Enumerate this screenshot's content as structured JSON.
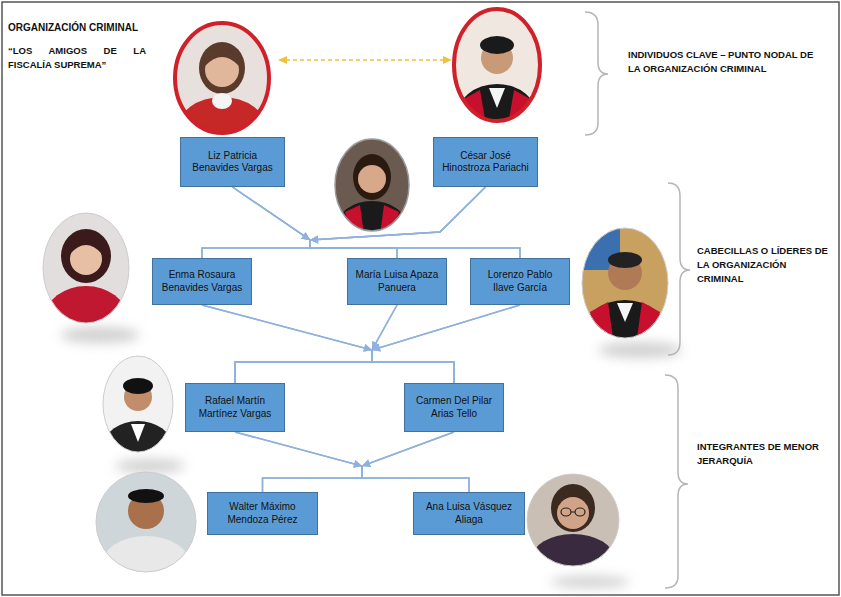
{
  "diagram": {
    "title": "ORGANIZACIÓN CRIMINAL",
    "nodes": [
      {
        "text": [
          "Liz Patricia Benavides Vargas"
        ]
      },
      {
        "text": [
          "César José Hinostroza Pariachi"
        ]
      },
      {
        "text": [
          "Enma Rosaura Benavides Vargas"
        ]
      },
      {
        "text": [
          "María Luisa Apaza Panuera"
        ]
      },
      {
        "text": [
          "Lorenzo Pablo Ilave García"
        ]
      },
      {
        "text": [
          "Rafael Martín Martínez Vargas"
        ]
      },
      {
        "text": [
          "Carmen Del Pilar Arias Tello"
        ]
      },
      {
        "text": [
          "Walter Máximo Mendoza Pérez"
        ]
      },
      {
        "text": [
          "Ana Luisa Vásquez Aliaga"
        ]
      }
    ],
    "edges": [
      {
        "from": 0,
        "to": 2,
        "arrow": "to"
      },
      {
        "from": 0,
        "to": 3,
        "arrow": "to"
      },
      {
        "from": 0,
        "to": 4,
        "arrow": "to"
      },
      {
        "from": 1,
        "to": 2,
        "arrow": "to"
      },
      {
        "from": 1,
        "to": 3,
        "arrow": "to"
      },
      {
        "from": 1,
        "to": 4,
        "arrow": "to"
      },
      {
        "from": 2,
        "to": 5,
        "arrow": "to"
      },
      {
        "from": 2,
        "to": 6,
        "arrow": "to"
      },
      {
        "from": 3,
        "to": 5,
        "arrow": "to"
      },
      {
        "from": 3,
        "to": 6,
        "arrow": "to"
      },
      {
        "from": 4,
        "to": 5,
        "arrow": "to"
      },
      {
        "from": 4,
        "to": 6,
        "arrow": "to"
      },
      {
        "from": 5,
        "to": 7,
        "arrow": "to"
      },
      {
        "from": 5,
        "to": 8,
        "arrow": "to"
      },
      {
        "from": 6,
        "to": 7,
        "arrow": "to"
      },
      {
        "from": 6,
        "to": 8,
        "arrow": "to"
      }
    ],
    "labels": [
      "“LOS AMIGOS DE LA FISCALÍA SUPREMA”",
      "INDIVIDUOS CLAVE – PUNTO NODAL DE LA ORGANIZACIÓN CRIMINAL",
      "CABECILLAS O LÍDERES DE LA ORGANIZACIÓN CRIMINAL",
      "INTEGRANTES DE MENOR JERARQUÍA"
    ]
  }
}
